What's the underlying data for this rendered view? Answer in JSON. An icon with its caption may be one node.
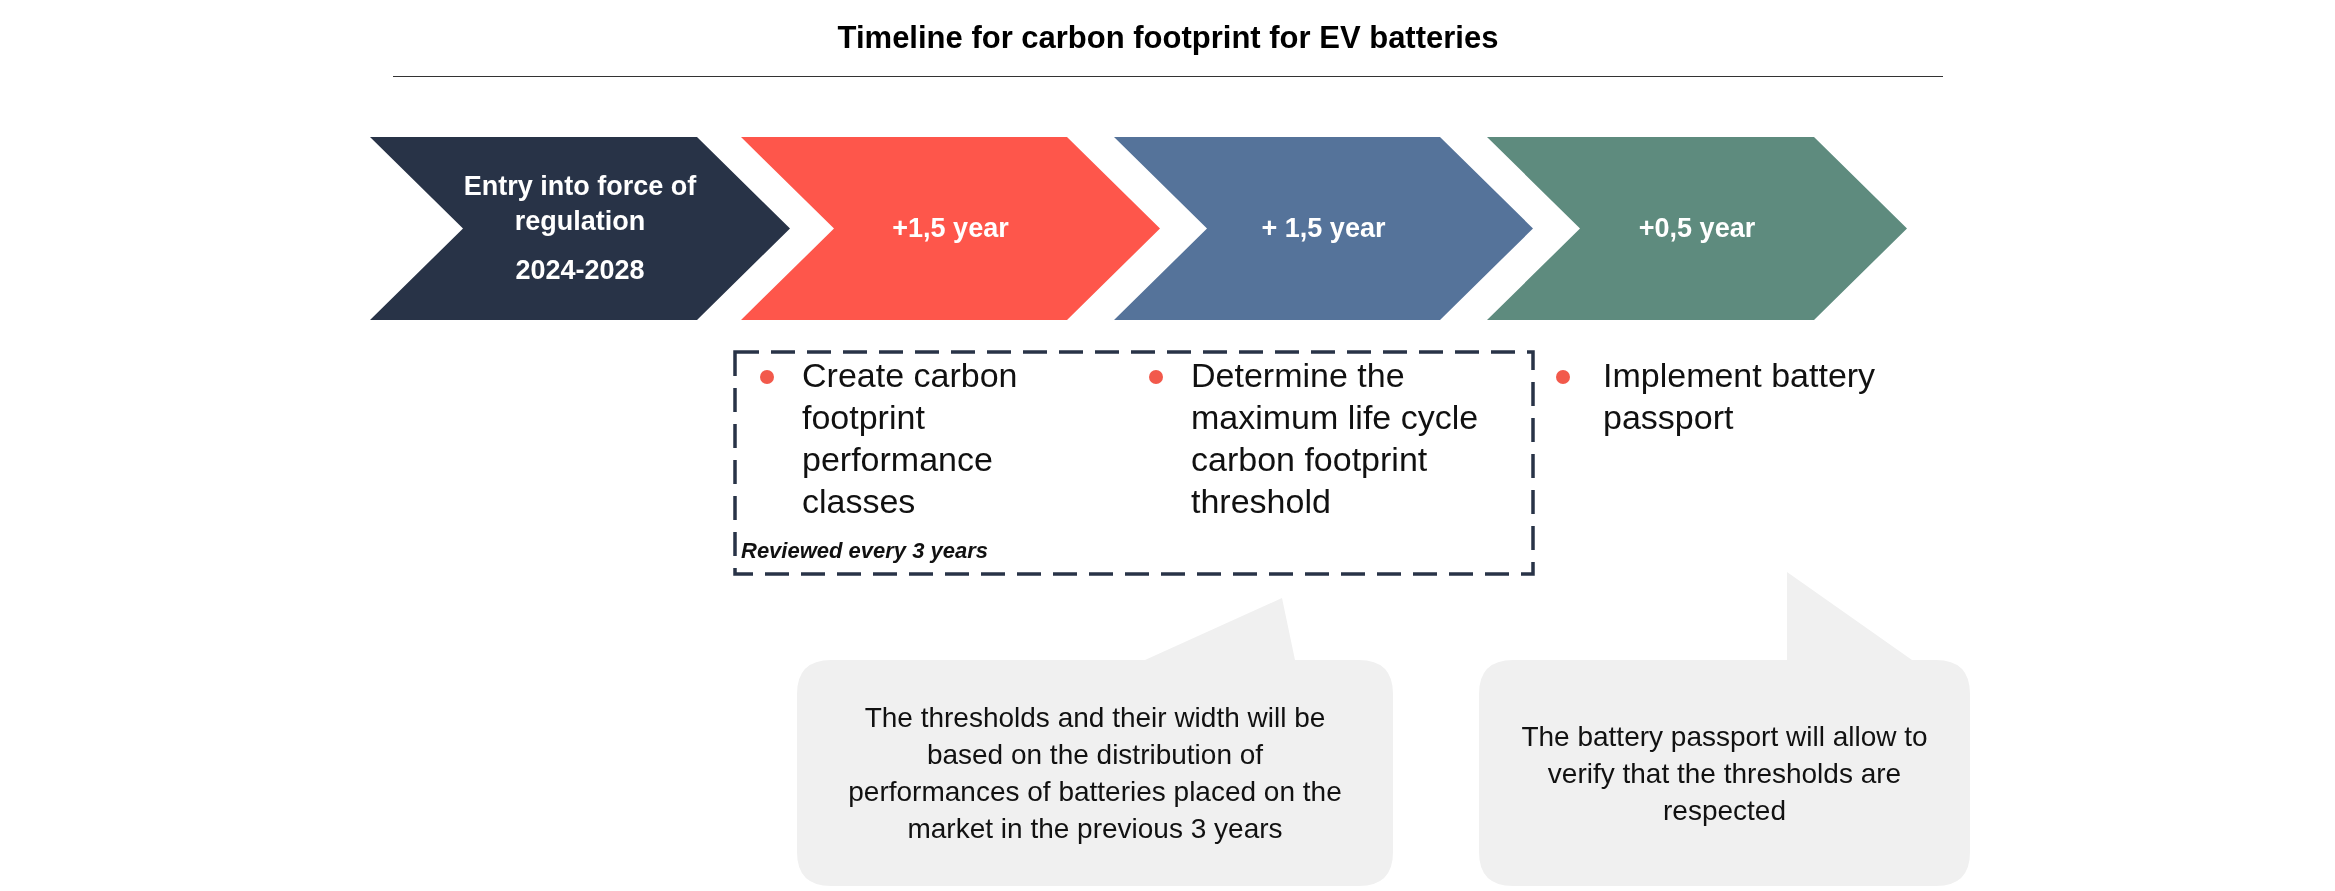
{
  "diagram": {
    "title": "Timeline for carbon footprint for EV batteries",
    "nodes": [
      {
        "text": [
          "Entry into force of regulation",
          "2024-2028"
        ]
      },
      {
        "text": [
          "+1,5 year"
        ]
      },
      {
        "text": [
          "+ 1,5 year"
        ]
      },
      {
        "text": [
          "+0,5 year"
        ]
      },
      {
        "text": [
          "Create carbon footprint performance classes",
          "Determine the maximum life cycle carbon footprint threshold",
          "Reviewed every 3 years"
        ]
      },
      {
        "text": [
          "The thresholds and their width will be based on the distribution of performances of batteries placed on the market in the previous 3 years"
        ]
      },
      {
        "text": [
          "The battery passport will allow to verify that the thresholds are respected"
        ]
      }
    ],
    "edges": [],
    "labels": [
      "Implement battery passport"
    ]
  }
}
